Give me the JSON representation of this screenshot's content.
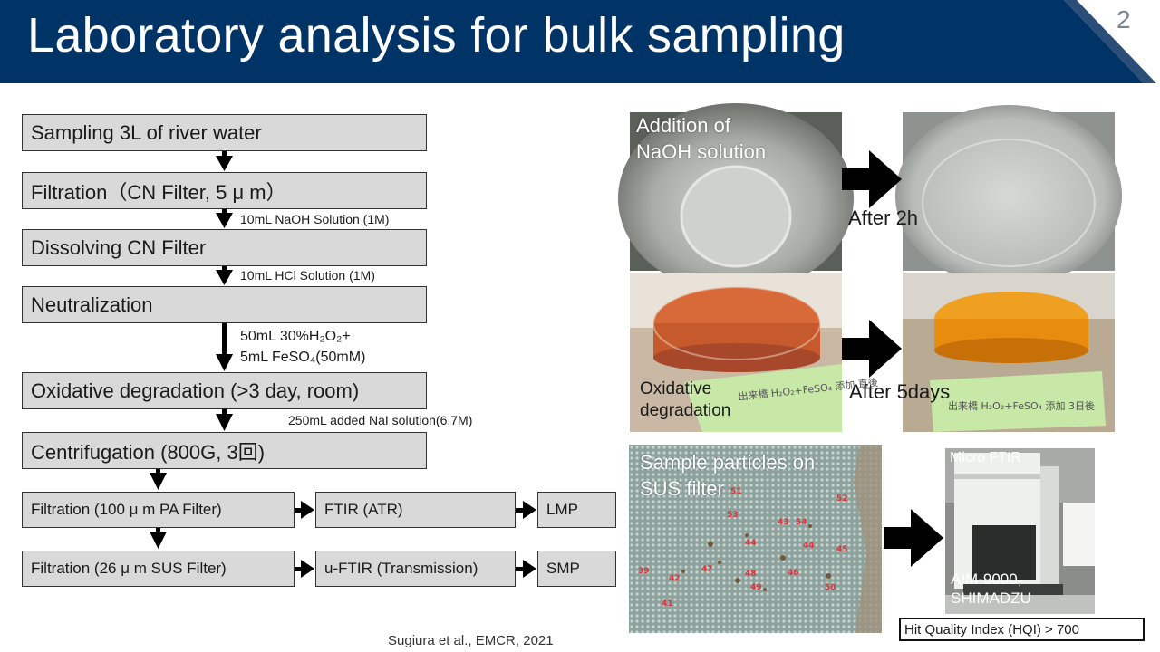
{
  "slide": {
    "title": "Laboratory analysis for bulk sampling",
    "page_number": "2",
    "citation": "Sugiura et al., EMCR, 2021"
  },
  "flow": {
    "steps": [
      "Sampling 3L of river water",
      "Filtration（CN Filter, 5 μ m）",
      "Dissolving CN Filter",
      "Neutralization",
      "Oxidative degradation (>3 day, room)",
      "Centrifugation (800G, 3回)"
    ],
    "notes": {
      "naoh": "10mL NaOH Solution (1M)",
      "hcl": "10mL HCl Solution (1M)",
      "h2o2_line1": "50mL 30%H₂O₂+",
      "feso4_line2": "5mL FeSO₄(50mM)",
      "nai": "250mL added NaI solution(6.7M)"
    },
    "branch_a": {
      "filter": "Filtration (100 μ m PA Filter)",
      "method": "FTIR (ATR)",
      "result": "LMP"
    },
    "branch_b": {
      "filter": "Filtration (26 μ m SUS Filter)",
      "method": "u-FTIR (Transmission)",
      "result": "SMP"
    }
  },
  "photos": {
    "naoh_label": "Addition of\nNaOH solution",
    "after_2h": "After 2h",
    "oxidative_label": "Oxidative\ndegradation",
    "after_5days": "After 5days",
    "particles_label": "Sample particles on\nSUS filter",
    "micro_ftir": "Micro FTIR",
    "instrument": "AIM-9000,\nSHIMADZU",
    "sticky_1": "出来橋\nH₂O₂+FeSO₄ 添加 直後",
    "sticky_2": "出来橋\nH₂O₂+FeSO₄ 添加 3日後",
    "particle_numbers": [
      "51",
      "52",
      "53",
      "43",
      "54",
      "44",
      "44",
      "45",
      "46",
      "39",
      "42",
      "47",
      "48",
      "49",
      "50",
      "41"
    ]
  },
  "hqi": "Hit Quality Index (HQI) > 700",
  "colors": {
    "header": "#003366",
    "box_fill": "#d9d9d9",
    "arrow": "#000000",
    "particle_label": "#e0303a"
  }
}
